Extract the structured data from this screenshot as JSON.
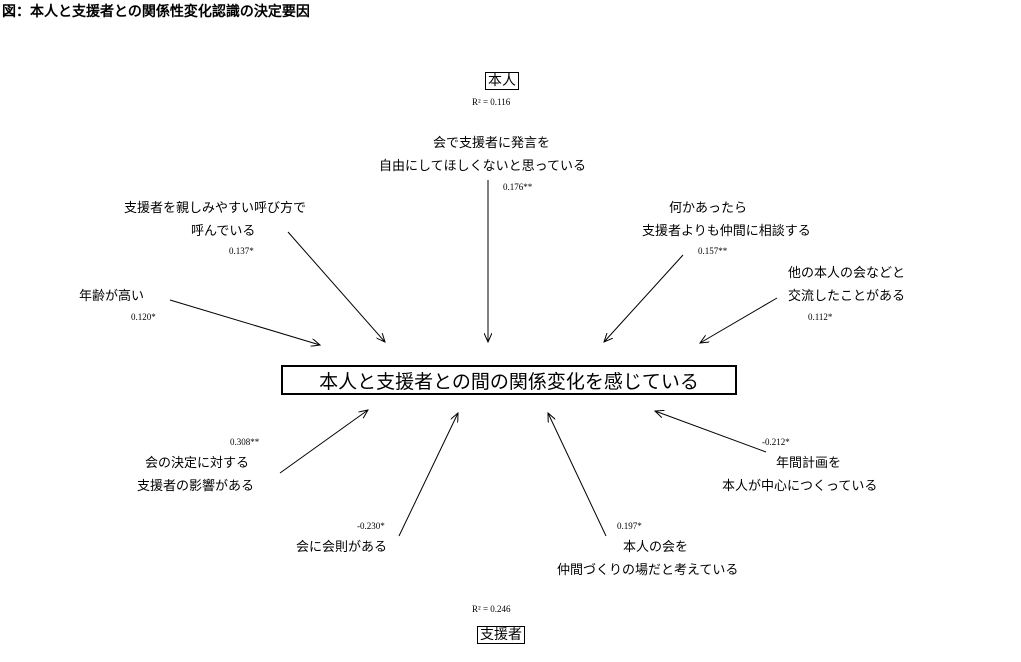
{
  "title": "図：本人と支援者との関係性変化認識の決定要因",
  "center_label": "本人と支援者との間の関係変化を感じている",
  "groups": {
    "honnin": {
      "label": "本人",
      "r2": "R² = 0.116"
    },
    "shiensha": {
      "label": "支援者",
      "r2": "R² = 0.246"
    }
  },
  "factors": {
    "top": {
      "line1": "会で支援者に発言を",
      "line2": "自由にしてほしくないと思っている",
      "coef": "0.176**"
    },
    "upper_left": {
      "line1": "支援者を親しみやすい呼び方で",
      "line2": "呼んでいる",
      "coef": "0.137*"
    },
    "age": {
      "line1": "年齢が高い",
      "coef": "0.120*"
    },
    "consult": {
      "line1": "何かあったら",
      "line2": "支援者よりも仲間に相談する",
      "coef": "0.157**"
    },
    "exchange": {
      "line1": "他の本人の会などと",
      "line2": "交流したことがある",
      "coef": "0.112*"
    },
    "influence": {
      "line1": "会の決定に対する",
      "line2": "支援者の影響がある",
      "coef": "0.308**"
    },
    "rules": {
      "line1": "会に会則がある",
      "coef": "-0.230*"
    },
    "place": {
      "line1": "本人の会を",
      "line2": "仲間づくりの場だと考えている",
      "coef": "0.197*"
    },
    "plan": {
      "line1": "年間計画を",
      "line2": "本人が中心につくっている",
      "coef": "-0.212*"
    }
  }
}
